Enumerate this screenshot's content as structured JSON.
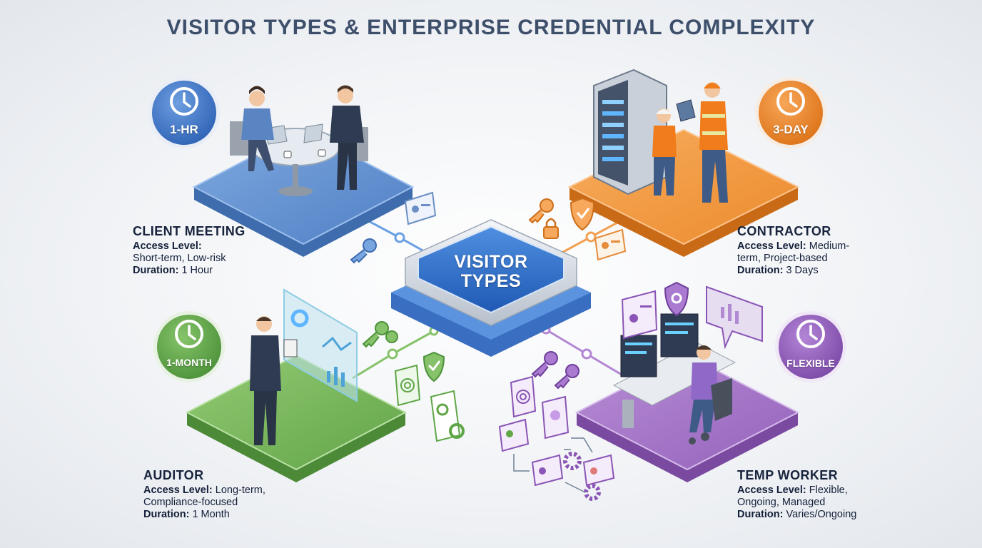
{
  "title": "VISITOR TYPES & ENTERPRISE CREDENTIAL COMPLEXITY",
  "hub": {
    "line1": "VISITOR",
    "line2": "TYPES"
  },
  "colors": {
    "blue": "#4a80c8",
    "orange": "#ef8a2e",
    "green": "#6aab4f",
    "purple": "#9a62be",
    "title": "#3d4f6b"
  },
  "visitors": {
    "client": {
      "badge": "1-HR",
      "name": "CLIENT MEETING",
      "access_label": "Access Level:",
      "access_line1": "Short-term, Low-risk",
      "access_line2": "",
      "duration_label": "Duration:",
      "duration": "1 Hour"
    },
    "contractor": {
      "badge": "3-DAY",
      "name": "CONTRACTOR",
      "access_label": "Access Level:",
      "access_line1": "Medium-",
      "access_line2": "term, Project-based",
      "duration_label": "Duration:",
      "duration": "3 Days"
    },
    "auditor": {
      "badge": "1-MONTH",
      "name": "AUDITOR",
      "access_label": "Access Level:",
      "access_line1": "Long-term,",
      "access_line2": "Compliance-focused",
      "duration_label": "Duration:",
      "duration": "1 Month"
    },
    "temp": {
      "badge": "FLEXIBLE",
      "name": "TEMP WORKER",
      "access_label": "Access Level:",
      "access_line1": "Flexible,",
      "access_line2": "Ongoing, Managed",
      "duration_label": "Duration:",
      "duration": "Varies/Ongoing"
    }
  },
  "icons": [
    "clock-icon",
    "key-icon",
    "id-card-icon",
    "shield-icon",
    "padlock-icon",
    "fingerprint-icon",
    "gear-icon",
    "document-icon",
    "monitor-icon"
  ]
}
